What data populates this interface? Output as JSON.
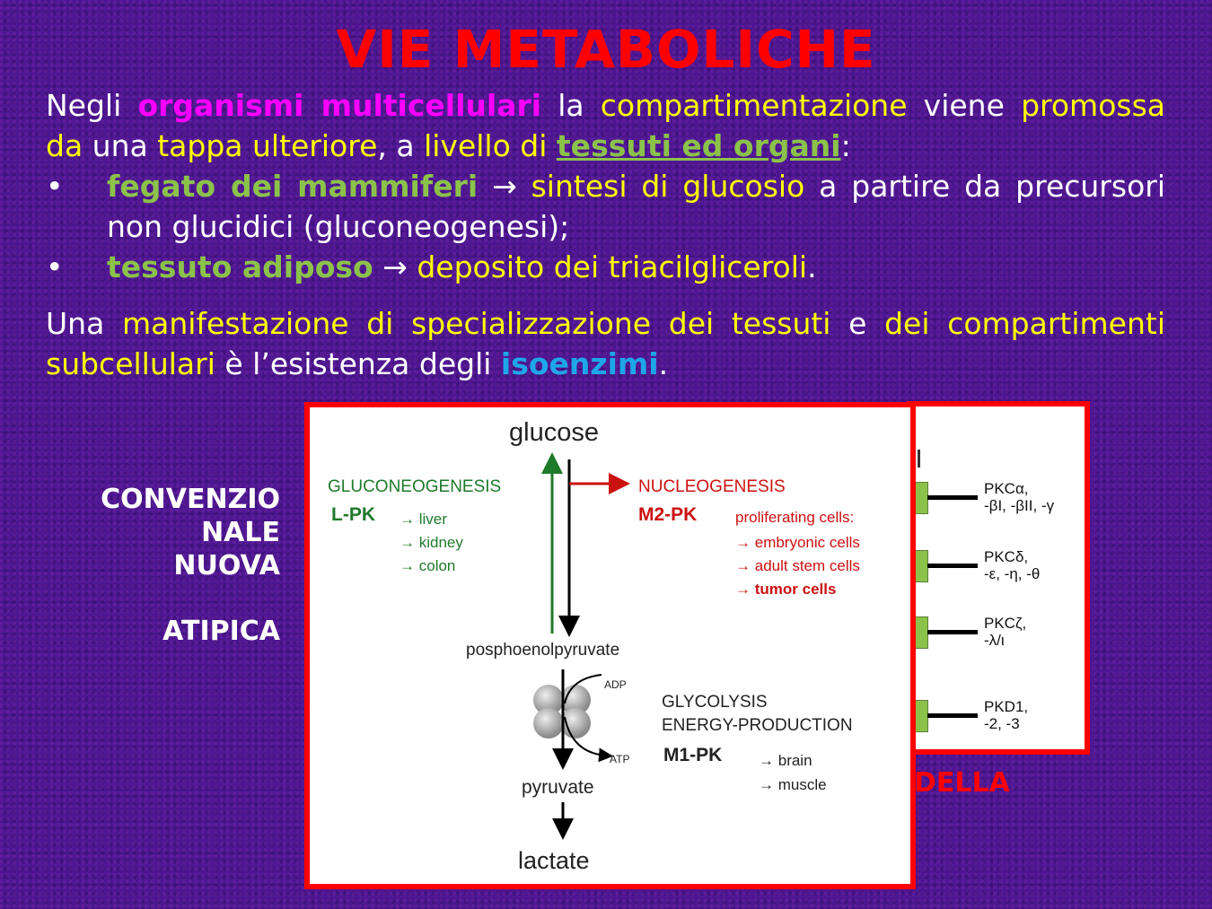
{
  "slide": {
    "title": "VIE METABOLICHE",
    "background_color": "#4b1690",
    "title_color": "#ff0000"
  },
  "paragraph1": {
    "parts": [
      "Negli ",
      "organismi multicellulari",
      " la ",
      "compartimentazione",
      " viene ",
      "promossa da",
      " una ",
      "tappa ulteriore",
      ", a ",
      "livello di",
      " ",
      "tessuti ed organi",
      ":"
    ]
  },
  "bullets": [
    {
      "marker": "•",
      "term": "fegato dei mammiferi",
      "arrow": " → ",
      "highlight": "sintesi di glucosio",
      "rest": " a partire da precursori non glucidici (gluconeogenesi);"
    },
    {
      "marker": "•",
      "term": "tessuto adiposo",
      "arrow": " → ",
      "highlight": "deposito dei triacilgliceroli",
      "rest": "."
    }
  ],
  "paragraph2": {
    "parts": [
      "Una ",
      "manifestazione di specializzazione dei tessuti",
      " e ",
      "dei compartimenti subcellulari",
      " è l’esistenza degli ",
      "isoenzimi",
      "."
    ]
  },
  "side_labels": {
    "line1": "CONVENZIO",
    "line2": "NALE",
    "line3": "NUOVA",
    "line4": "ATIPICA"
  },
  "partial_label": "DELLA",
  "pkc_figure": {
    "rows": [
      {
        "label": "PKCα,\n-βI, -βII, -γ"
      },
      {
        "label": "PKCδ,\n-ε, -η, -θ"
      },
      {
        "label": "PKCζ,\n-λ/ι"
      },
      {
        "label": "PKD1,\n-2, -3"
      }
    ],
    "domain_color": "#8bc34a"
  },
  "pk_figure": {
    "top": "glucose",
    "left_title": "GLUCONEOGENESIS",
    "left_enzyme": "L-PK",
    "left_tissues": [
      "liver",
      "kidney",
      "colon"
    ],
    "right_title": "NUCLEOGENESIS",
    "right_enzyme": "M2-PK",
    "right_subtitle": "proliferating cells:",
    "right_tissues": [
      "embryonic cells",
      "adult stem cells",
      "tumor cells"
    ],
    "middle": "posphoenolpyruvate",
    "adp": "ADP",
    "atp": "ATP",
    "glyco_title1": "GLYCOLYSIS",
    "glyco_title2": "ENERGY-PRODUCTION",
    "glyco_enzyme": "M1-PK",
    "glyco_tissues": [
      "brain",
      "muscle"
    ],
    "pyruvate": "pyruvate",
    "bottom": "lactate",
    "arrow": "→",
    "colors": {
      "green": "#1f7a2b",
      "red": "#cc1111",
      "border": "#ff0000"
    }
  }
}
